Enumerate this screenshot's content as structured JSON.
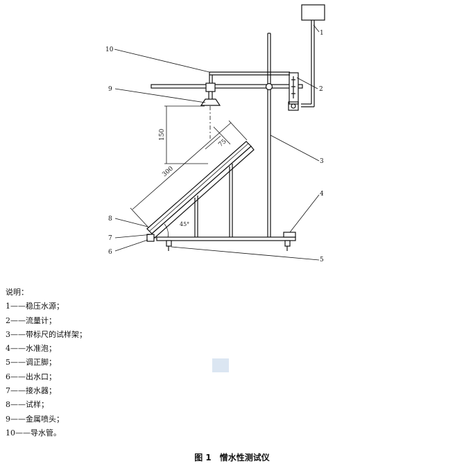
{
  "diagram": {
    "callouts": [
      "1",
      "2",
      "3",
      "4",
      "5",
      "6",
      "7",
      "8",
      "9",
      "10"
    ],
    "dimensions": {
      "d150": "150",
      "d75": "75",
      "d300": "300",
      "angle": "45°"
    }
  },
  "legend": {
    "title": "说明：",
    "items": [
      {
        "num": "1",
        "text": "稳压水源；"
      },
      {
        "num": "2",
        "text": "流量计；"
      },
      {
        "num": "3",
        "text": "带标尺的试样架；"
      },
      {
        "num": "4",
        "text": "水准泡；"
      },
      {
        "num": "5",
        "text": "调正脚；"
      },
      {
        "num": "6",
        "text": "出水口；"
      },
      {
        "num": "7",
        "text": "接水器；"
      },
      {
        "num": "8",
        "text": "试样；"
      },
      {
        "num": "9",
        "text": "金属喷头；"
      },
      {
        "num": "10",
        "text": "导水管。"
      }
    ],
    "separator": "——"
  },
  "caption": {
    "label": "图 1",
    "title": "憎水性测试仪"
  }
}
